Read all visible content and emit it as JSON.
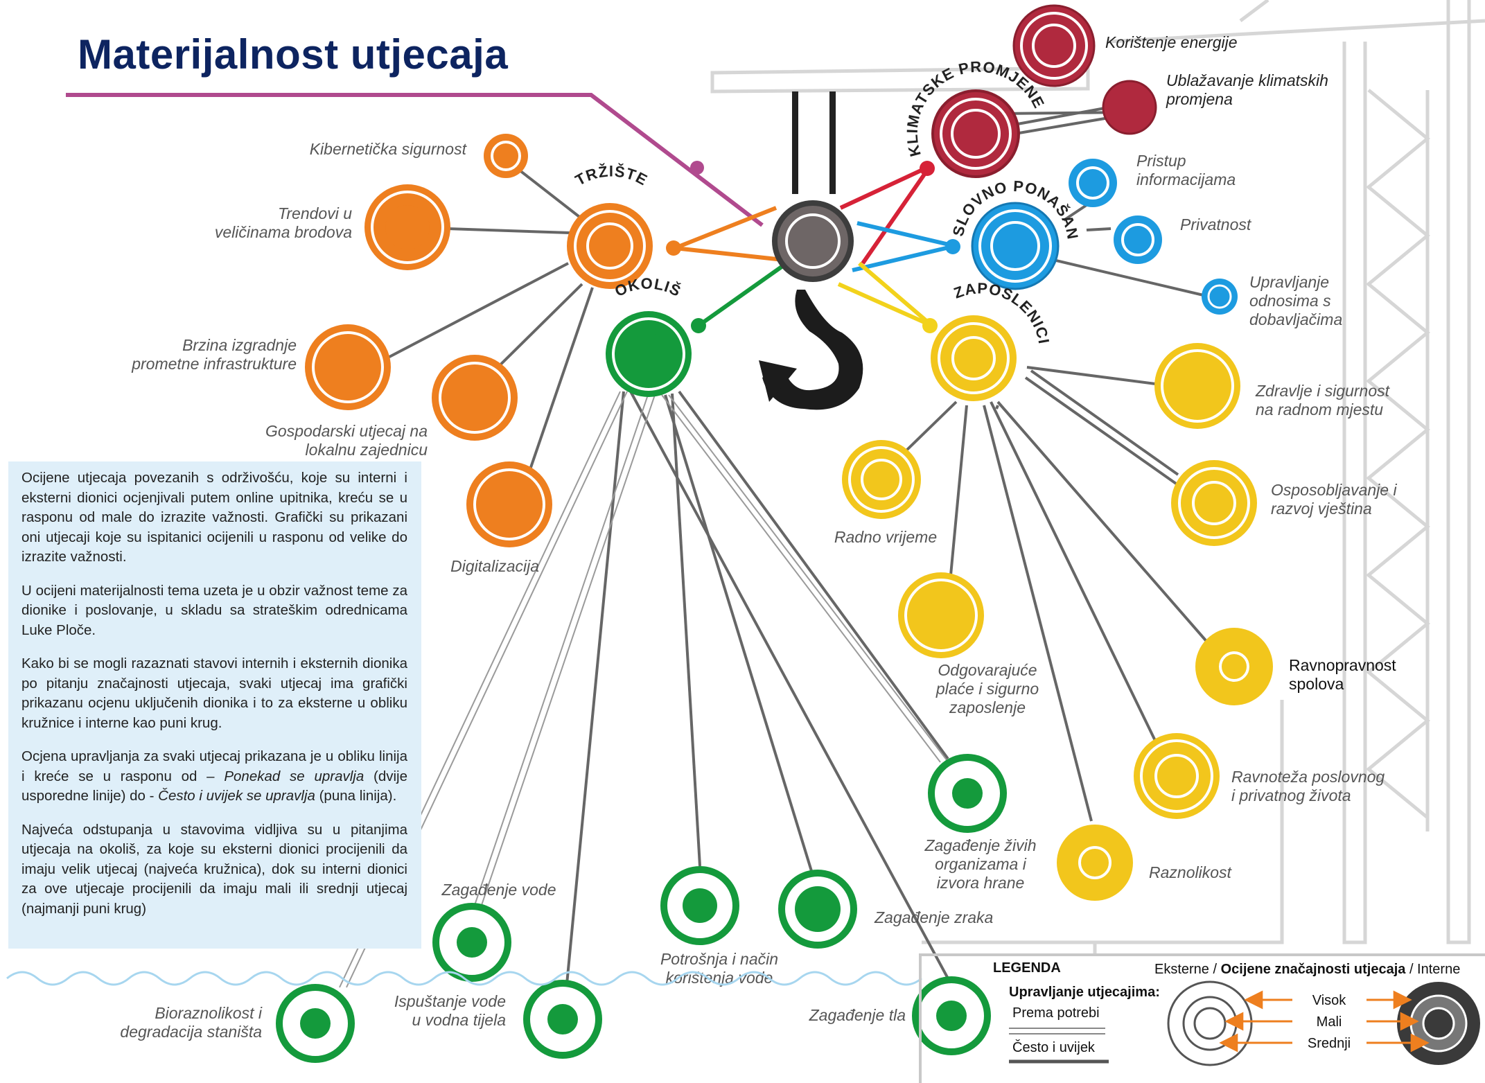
{
  "title": "Materijalnost utjecaja",
  "categories": {
    "market": "TRŽIŠTE",
    "climate": "KLIMATSKE PROMJENE",
    "business": "POSLOVNO PONAŠANJE",
    "employees": "ZAPOSLENICI",
    "environment": "OKOLIŠ"
  },
  "impacts": {
    "cyber": "Kibernetička sigurnost",
    "ships": [
      "Trendovi u",
      "veličinama brodova"
    ],
    "infra": [
      "Brzina izgradnje",
      "prometne infrastrukture"
    ],
    "economic": [
      "Gospodarski utjecaj na",
      "lokalnu zajednicu"
    ],
    "digital": "Digitalizacija",
    "energy": "Korištenje energije",
    "mitigation": [
      "Ublažavanje klimatskih",
      "promjena"
    ],
    "info": [
      "Pristup",
      "informacijama"
    ],
    "privacy": "Privatnost",
    "suppliers": [
      "Upravljanje",
      "odnosima s",
      "dobavljačima"
    ],
    "health": [
      "Zdravlje i sigurnost",
      "na radnom mjestu"
    ],
    "training": [
      "Osposobljavanje i",
      "razvoj vještina"
    ],
    "worktime": "Radno vrijeme",
    "pay": [
      "Odgovarajuće",
      "plaće i sigurno",
      "zaposlenje"
    ],
    "gender": [
      "Ravnopravnost",
      "spolova"
    ],
    "balance": [
      "Ravnoteža poslovnog",
      "i privatnog života"
    ],
    "diversity": "Raznolikost",
    "organisms": [
      "Zagađenje živih",
      "organizama i",
      "izvora hrane"
    ],
    "air": "Zagađenje zraka",
    "waterPollution": "Zagađenje vode",
    "waterUse": [
      "Potrošnja i način",
      "korištenja vode"
    ],
    "soil": "Zagađenje tla",
    "biodiversity": [
      "Bioraznolikost i",
      "degradacija staništa"
    ],
    "discharge": [
      "Ispuštanje vode",
      "u vodna tijela"
    ]
  },
  "info_paragraphs": [
    "Ocijene utjecaja povezanih s održivošću, koje su interni i eksterni dionici ocjenjivali putem online upitnika, kreću se u rasponu od male do izrazite važnosti. Grafički su prikazani oni utjecaji koje su ispitanici ocijenili u rasponu od velike do izrazite važnosti.",
    "U ocijeni materijalnosti tema uzeta je u obzir važnost teme za dionike i poslovanje, u skladu sa strateškim odrednicama Luke Ploče.",
    "Kako bi se mogli razaznati stavovi internih i eksternih dionika po pitanju značajnosti utjecaja, svaki utjecaj ima grafički prikazanu ocjenu uključenih dionika i to za eksterne u obliku kružnice i interne kao puni krug."
  ],
  "info_mgmt": {
    "a": "Ocjena upravljanja za svaki utjecaj prikazana je u obliku linija i kreće se u rasponu od – ",
    "b": "Ponekad se upravlja",
    "c": " (dvije usporedne linije) do - ",
    "d": "Često i uvijek se upravlja",
    "e": " (puna linija)."
  },
  "info_last": "Najveća odstupanja u stavovima vidljiva su u pitanjima utjecaja na okoliš, za koje su eksterni dionici procijenili da imaju velik utjecaj (najveća kružnica), dok su interni dionici za ove utjecaje procijenili da imaju mali ili srednji utjecaj (najmanji puni krug)",
  "legend": {
    "title": "LEGENDA",
    "mgmt_title": "Upravljanje utjecajima:",
    "as_needed": "Prema potrebi",
    "always": "Često i uvijek",
    "header_ext": "Eksterne / ",
    "header_mid": "Ocijene značajnosti utjecaja",
    "header_int": " / Interne",
    "high": "Visok",
    "small": "Mali",
    "medium": "Srednji"
  },
  "colors": {
    "market": "#ee7f1f",
    "climate": "#b0293e",
    "business": "#1d9be0",
    "employees": "#f2c61c",
    "environment": "#149a3c",
    "center": "#6e6666",
    "title": "#0d2460",
    "magenta": "#b04a8e",
    "infobox": "#dfeff9"
  }
}
